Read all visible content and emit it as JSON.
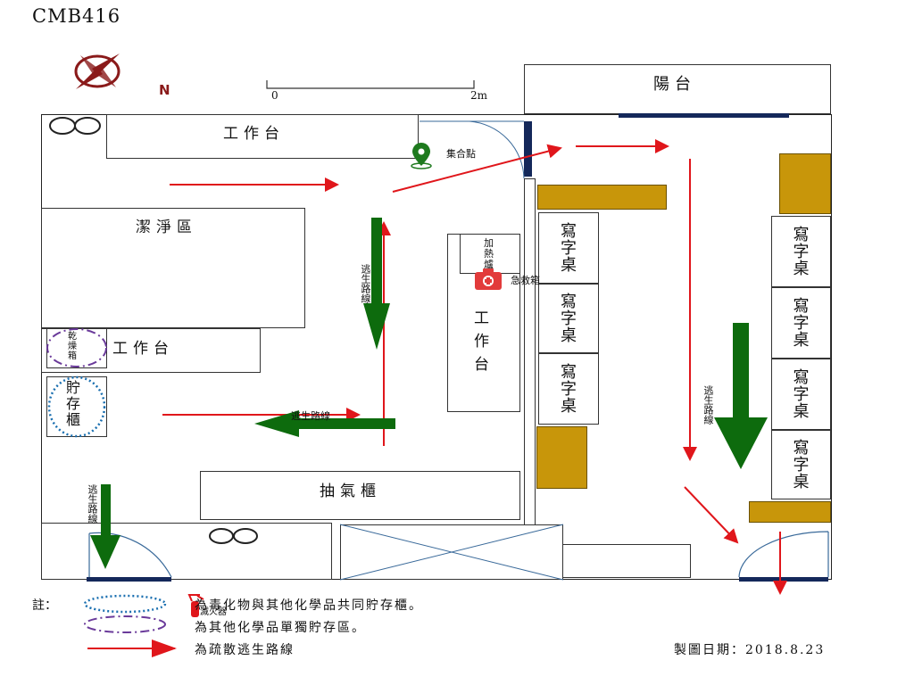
{
  "room_code": "CMB416",
  "compass": {
    "letter": "N"
  },
  "scale": {
    "start": "0",
    "end": "2m"
  },
  "rooms": {
    "balcony": "陽台",
    "workbench_top": "工作台",
    "clean_area": "潔淨區",
    "workbench_mid": "工作台",
    "workbench_center": "工\n作\n台",
    "fume_hood": "抽氣櫃",
    "heater": "加\n熱\n爐",
    "drying_oven": "乾\n燥\n箱",
    "storage_cabinet": "貯\n存\n櫃",
    "desk_label": "寫\n字\n桌"
  },
  "markers": {
    "assembly_point": "集合點",
    "first_aid_kit": "急救箱",
    "escape_route": "逃生路線",
    "fire_extinguisher": "滅火器"
  },
  "legend": {
    "title": "註：",
    "items": [
      "為毒化物與其他化學品共同貯存櫃。",
      "為其他化學品單獨貯存區。",
      "為疏散逃生路線"
    ]
  },
  "date_label": "製圖日期：2018.8.23",
  "colors": {
    "route_red": "#e0161b",
    "route_green": "#0d6b0d",
    "desk_gold": "#c8960a",
    "door_navy": "#14285a",
    "storage_blue": "#1a6fb0",
    "drying_purple": "#6a3a9a"
  }
}
